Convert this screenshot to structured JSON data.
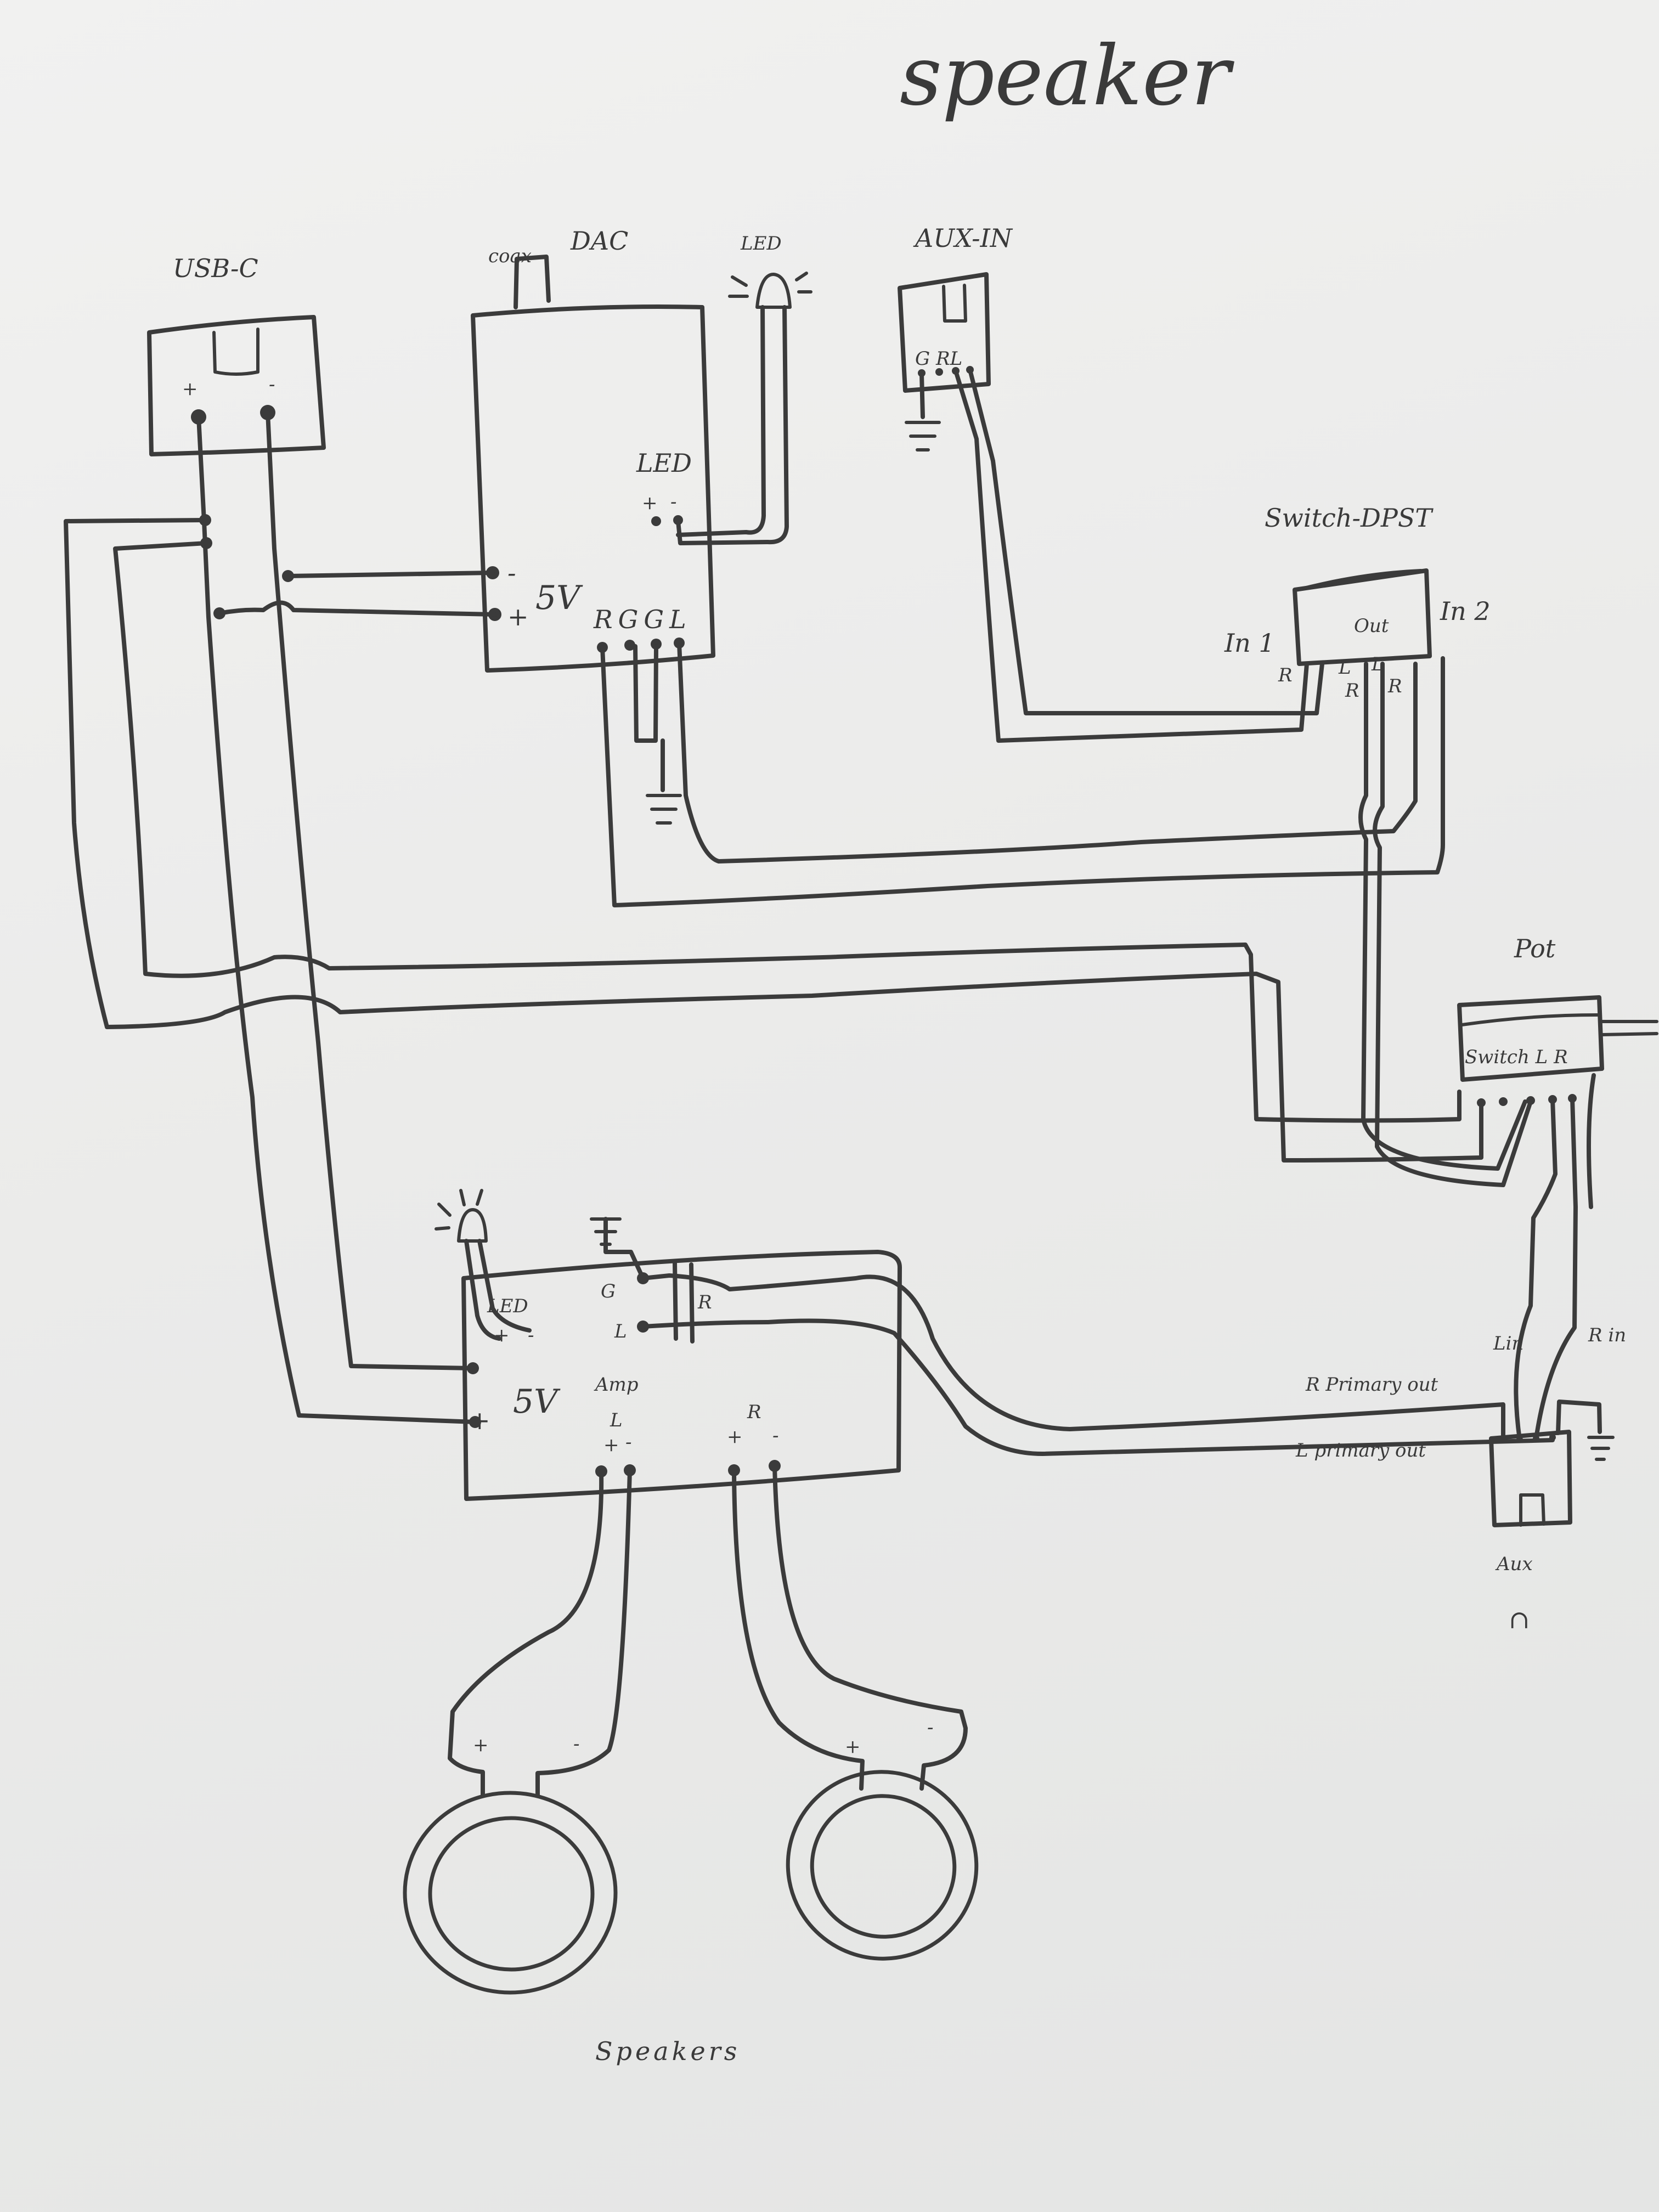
{
  "title": "speaker",
  "components": {
    "usb_c": {
      "name": "USB-C",
      "plus": "+",
      "minus": "-"
    },
    "dac": {
      "name": "DAC",
      "coax": "coax",
      "led_pins": "LED",
      "led_plus": "+",
      "led_minus": "-",
      "power": "5V",
      "pin_minus": "-",
      "pin_plus": "+",
      "out_pins": "RGGL",
      "top_led": "LED"
    },
    "aux_in": {
      "name": "AUX-IN",
      "pins": "G RL"
    },
    "switch": {
      "name": "Switch-DPST",
      "in1": "In 1",
      "in2": "In 2",
      "out": "Out",
      "r1": "R",
      "l1": "L",
      "r2": "R",
      "l2": "L",
      "r3": "R"
    },
    "pot": {
      "name": "Pot",
      "label": "Switch L R"
    },
    "amp": {
      "name": "Amp",
      "led": "LED",
      "led_plus": "+",
      "led_minus": "-",
      "power": "5V",
      "pin_minus": "-",
      "pin_plus": "+",
      "g": "G",
      "l": "L",
      "r": "R",
      "left_out": "L",
      "right_out": "R",
      "lp": "+",
      "lm": "-",
      "rp": "+",
      "rm": "-"
    },
    "aux_out": {
      "name": "Aux",
      "l_in": "Lin",
      "r_in": "R in",
      "r_primary": "R Primary out",
      "l_primary": "L primary out",
      "symbol": "∩"
    },
    "speakers": {
      "name": "Speakers",
      "s1_plus": "+",
      "s1_minus": "-",
      "s2_plus": "+",
      "s2_minus": "-"
    }
  }
}
